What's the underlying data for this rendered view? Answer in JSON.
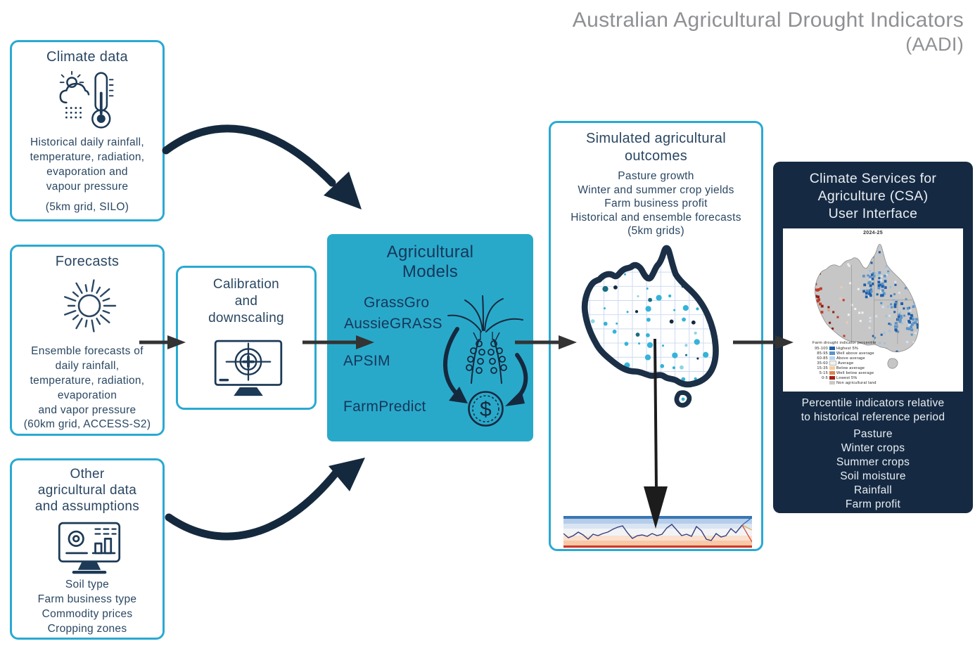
{
  "title": {
    "line1": "Australian Agricultural Drought Indicators",
    "line2": "(AADI)"
  },
  "colors": {
    "accent_cyan": "#2aa9d2",
    "teal_fill": "#29a9ca",
    "navy": "#15293e",
    "text_navy": "#2a4763",
    "title_gray": "#8e9094",
    "csa_bg": "#152a42"
  },
  "climate": {
    "title": "Climate data",
    "icon": "weather-thermometer-icon",
    "body": "Historical daily rainfall,\ntemperature, radiation,\nevaporation and\nvapour pressure",
    "note": "(5km grid, SILO)"
  },
  "forecasts": {
    "title": "Forecasts",
    "icon": "sun-icon",
    "body": "Ensemble forecasts of\ndaily rainfall,\ntemperature, radiation,\nevaporation\nand vapor pressure",
    "note": "(60km grid, ACCESS-S2)"
  },
  "other": {
    "title": "Other\nagricultural data\nand assumptions",
    "icon": "monitor-analytics-icon",
    "body": "Soil type\nFarm business type\nCommodity prices\nCropping zones"
  },
  "calibration": {
    "title": "Calibration\nand\ndownscaling",
    "icon": "monitor-target-icon"
  },
  "models": {
    "title": "Agricultural\nModels",
    "items": [
      "GrassGro",
      "AussieGRASS",
      "APSIM",
      "FarmPredict"
    ],
    "icons": [
      "wheat-icon",
      "dollar-coin-icon"
    ]
  },
  "outcomes": {
    "title": "Simulated agricultural\noutcomes",
    "body": "Pasture growth\nWinter and summer crop yields\nFarm business profit\nHistorical and ensemble forecasts\n(5km grids)"
  },
  "csa": {
    "title": "Climate Services for\nAgriculture (CSA)\nUser Interface",
    "map_label": "2024-25",
    "legend_title": "Farm drought indicator percentile",
    "legend": [
      {
        "range": "95-100",
        "label": "Highest 5%",
        "color": "#1f5fa8"
      },
      {
        "range": "85-95",
        "label": "Well above average",
        "color": "#5b93c9"
      },
      {
        "range": "60-85",
        "label": "Above average",
        "color": "#b8d4ea"
      },
      {
        "range": "35-60",
        "label": "Average",
        "color": "#f2f2ee"
      },
      {
        "range": "15-35",
        "label": "Below average",
        "color": "#f6cba9"
      },
      {
        "range": "5-15",
        "label": "Well below average",
        "color": "#e0854c"
      },
      {
        "range": "0-5",
        "label": "Lowest 5%",
        "color": "#a31f14"
      },
      {
        "range": "",
        "label": "Non agricultural land",
        "color": "#c9c9c9"
      }
    ],
    "body_heading": "Percentile indicators relative\nto historical reference period",
    "items": [
      "Pasture",
      "Winter crops",
      "Summer crops",
      "Soil moisture",
      "Rainfall",
      "Farm profit"
    ]
  }
}
